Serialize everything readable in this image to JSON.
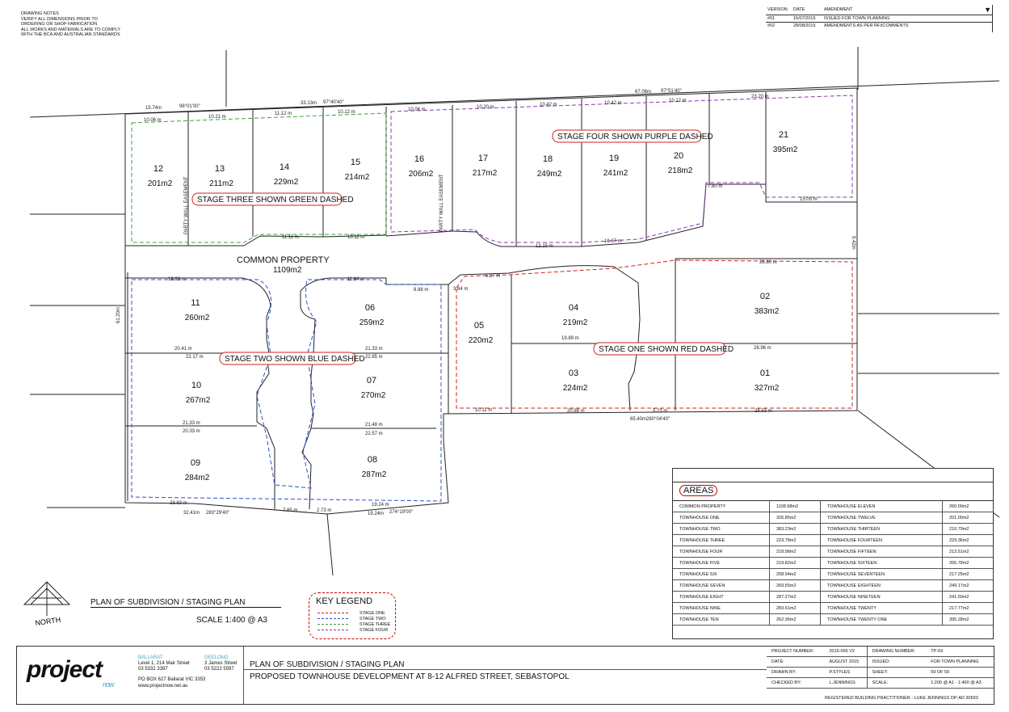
{
  "notes": {
    "heading": "DRAWING NOTES",
    "lines": [
      "VERIFY ALL DIMENSIONS PRIOR TO",
      "ORDERING OR SHOP FABRICATION",
      "ALL WORKS AND MATERIALS ARE TO COMPLY",
      "WITH THE BCA AND AUSTRALIAN STANDARDS"
    ]
  },
  "revisions": {
    "headers": [
      "VERSION",
      "DATE",
      "AMENDMENT"
    ],
    "rows": [
      [
        "#01",
        "15/07/2015",
        "ISSUED FOR TOWN PLANNING"
      ],
      [
        "#02",
        "28/08/2015",
        "AMENDMENTS AS PER RFI/COMMENTS"
      ]
    ]
  },
  "plan": {
    "common_property": {
      "label": "COMMON PROPERTY",
      "area": "1109m2"
    },
    "stage_labels": {
      "four": "STAGE FOUR SHOWN PURPLE DASHED",
      "three": "STAGE THREE SHOWN GREEN DASHED",
      "two": "STAGE TWO SHOWN BLUE DASHED",
      "one": "STAGE ONE SHOWN RED DASHED"
    },
    "easement": "PARTY WALL EASEMENT",
    "lots": [
      {
        "num": "12",
        "area": "201m2"
      },
      {
        "num": "13",
        "area": "211m2"
      },
      {
        "num": "14",
        "area": "229m2"
      },
      {
        "num": "15",
        "area": "214m2"
      },
      {
        "num": "16",
        "area": "206m2"
      },
      {
        "num": "17",
        "area": "217m2"
      },
      {
        "num": "18",
        "area": "249m2"
      },
      {
        "num": "19",
        "area": "241m2"
      },
      {
        "num": "20",
        "area": "218m2"
      },
      {
        "num": "21",
        "area": "395m2"
      },
      {
        "num": "11",
        "area": "260m2"
      },
      {
        "num": "06",
        "area": "259m2"
      },
      {
        "num": "05",
        "area": "220m2"
      },
      {
        "num": "04",
        "area": "219m2"
      },
      {
        "num": "02",
        "area": "383m2"
      },
      {
        "num": "10",
        "area": "267m2"
      },
      {
        "num": "07",
        "area": "270m2"
      },
      {
        "num": "03",
        "area": "224m2"
      },
      {
        "num": "01",
        "area": "327m2"
      },
      {
        "num": "09",
        "area": "284m2"
      },
      {
        "num": "08",
        "area": "287m2"
      }
    ],
    "dims": [
      "15.74m",
      "98°01'00\"",
      "33.13m",
      "97°40'40\"",
      "67.06m",
      "97°51'40\"",
      "10.06 m",
      "10.21 m",
      "11.12 m",
      "10.12 m",
      "10.06 m",
      "10.20 m",
      "10.42 m",
      "10.42 m",
      "10.12 m",
      "23.20 m",
      "11.11 m",
      "10.11 m",
      "12.15 m",
      "10.67 m",
      "15.05 m",
      "7.80 m",
      "18.83 m",
      "11.84 m",
      "8.88 m",
      "6.27 m",
      "3.84 m",
      "28.80 m",
      "20.41 m",
      "22.17 m",
      "21.33 m",
      "22.85 m",
      "19.89 m",
      "28.96 m",
      "21.33 m",
      "20.33 m",
      "21.48 m",
      "22.57 m",
      "10.11 m",
      "20.88 m",
      "5.23 m",
      "28.53 m",
      "65.40m",
      "280°04'40\"",
      "23.83 m",
      "19.24 m",
      "32.41m",
      "283°29'40\"",
      "7.85 m",
      "2.73 m",
      "19.24m",
      "274°19'00\"",
      "61.20m",
      "9.42m"
    ]
  },
  "north": "NORTH",
  "plan_title": "PLAN OF SUBDIVISION / STAGING PLAN",
  "scale": "SCALE 1:400 @ A3",
  "legend": {
    "title": "KEY LEGEND",
    "items": [
      {
        "label": "STAGE ONE",
        "color": "#d22020"
      },
      {
        "label": "STAGE TWO",
        "color": "#2a4fd0"
      },
      {
        "label": "STAGE THREE",
        "color": "#3aa53a"
      },
      {
        "label": "STAGE FOUR",
        "color": "#8a3ab0"
      }
    ]
  },
  "areas": {
    "title": "AREAS",
    "rows": [
      [
        "COMMON PROPERTY",
        "1108.98m2",
        "TOWNHOUSE ELEVEN",
        "260.09m2"
      ],
      [
        "TOWNHOUSE ONE",
        "326.85m2",
        "TOWNHOUSE TWELVE",
        "201.00m2"
      ],
      [
        "TOWNHOUSE TWO",
        "383.23m2",
        "TOWNHOUSE THIRTEEN",
        "210.79m2"
      ],
      [
        "TOWNHOUSE THREE",
        "223.78m2",
        "TOWNHOUSE FOURTEEN",
        "229.36m2"
      ],
      [
        "TOWNHOUSE FOUR",
        "218.98m2",
        "TOWNHOUSE FIFTEEN",
        "213.51m2"
      ],
      [
        "TOWNHOUSE FIVE",
        "219.82m2",
        "TOWNHOUSE SIXTEEN",
        "205.78m2"
      ],
      [
        "TOWNHOUSE SIX",
        "258.94m2",
        "TOWNHOUSE SEVENTEEN",
        "217.25m2"
      ],
      [
        "TOWNHOUSE SEVEN",
        "269.55m2",
        "TOWNHOUSE EIGHTEEN",
        "249.17m2"
      ],
      [
        "TOWNHOUSE EIGHT",
        "287.27m2",
        "TOWNHOUSE NINETEEN",
        "241.50m2"
      ],
      [
        "TOWNHOUSE NINE",
        "283.61m2",
        "TOWNHOUSE TWENTY",
        "217.77m2"
      ],
      [
        "TOWNHOUSE TEN",
        "262.36m2",
        "TOWNHOUSE TWENTY ONE",
        "395.28m2"
      ]
    ]
  },
  "titleblock": {
    "logo": "project",
    "logo_sub": "now",
    "ballarat_label": "BALLARAT",
    "ballarat": [
      "Level 1, 214 Mair Street",
      "03 5332 3397"
    ],
    "geelong_label": "GEELONG",
    "geelong": [
      "3 James Street",
      "03 5222 5597"
    ],
    "po_box": "PO BOX 627 Ballarat VIC 3353",
    "web": "www.projectnow.net.au",
    "title": "PLAN OF SUBDIVISION / STAGING PLAN",
    "subtitle": "PROPOSED TOWNHOUSE DEVELOPMENT AT 8-12 ALFRED STREET, SEBASTOPOL",
    "meta": [
      [
        "PROJECT NUMBER:",
        "2015-065 V2",
        "DRAWING NUMBER:",
        "TP-59"
      ],
      [
        "DATE:",
        "AUGUST 2015",
        "ISSUED:",
        "FOR TOWN PLANNING"
      ],
      [
        "DRAWN BY:",
        "P.STYLES",
        "SHEET:",
        "59 OF 59"
      ],
      [
        "CHECKED BY:",
        "L.JENNINGS",
        "SCALE:",
        "1:200 @ A1 - 1:400 @ A3"
      ]
    ],
    "registered": "REGISTERED BUILDING PRACTITIONER - LUKE JENNINGS DP-AD 30593"
  }
}
